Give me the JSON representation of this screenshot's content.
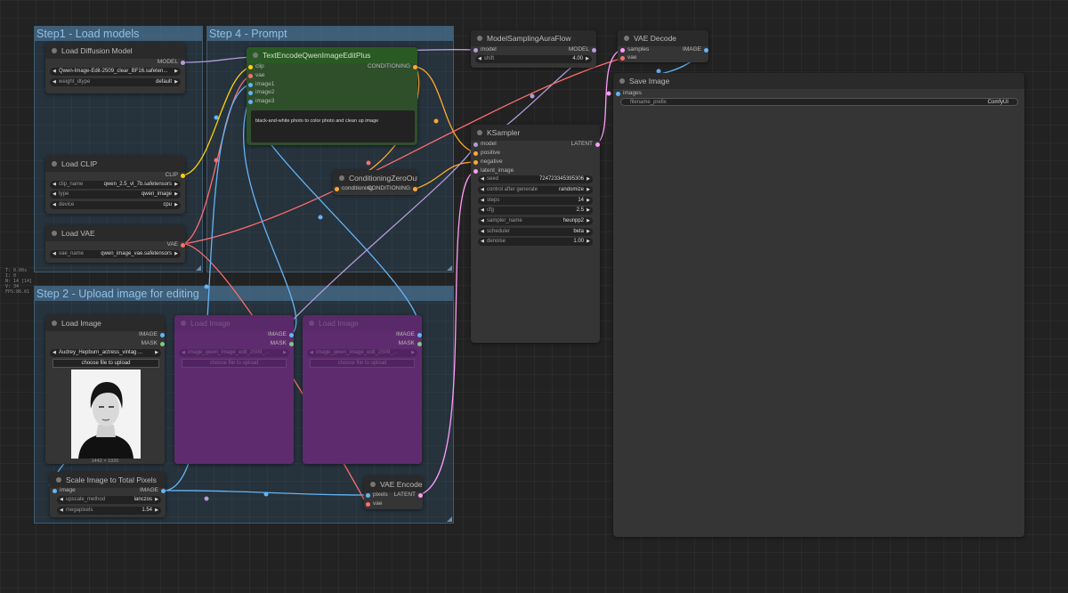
{
  "groups": {
    "step1": "Step1 - Load models",
    "step4": "Step 4 - Prompt",
    "step2": "Step 2 - Upload image for editing"
  },
  "nodes": {
    "load_diffusion": {
      "title": "Load Diffusion Model",
      "out_model": "MODEL",
      "unet_name": "Qwen-Image-Edit-2509_clear_BF16.safeten...",
      "weight_dtype_label": "weight_dtype",
      "weight_dtype_value": "default"
    },
    "load_clip": {
      "title": "Load CLIP",
      "out_clip": "CLIP",
      "clip_name_label": "clip_name",
      "clip_name_value": "qwen_2.5_vl_7b.safetensors",
      "type_label": "type",
      "type_value": "qwen_image",
      "device_label": "device",
      "device_value": "cpu"
    },
    "load_vae": {
      "title": "Load VAE",
      "out_vae": "VAE",
      "vae_name_label": "vae_name",
      "vae_name_value": "qwen_image_vae.safetensors"
    },
    "text_encode": {
      "title": "TextEncodeQwenImageEditPlus",
      "in_clip": "clip",
      "in_vae": "vae",
      "in_image1": "image1",
      "in_image2": "image2",
      "in_image3": "image3",
      "out_conditioning": "CONDITIONING",
      "prompt": "black-and-white photo to color photo and clean up image"
    },
    "cond_zero": {
      "title": "ConditioningZeroOut",
      "in_conditioning": "conditioning",
      "out_conditioning": "CONDITIONING"
    },
    "model_sampling": {
      "title": "ModelSamplingAuraFlow",
      "in_model": "model",
      "out_model": "MODEL",
      "shift_label": "shift",
      "shift_value": "4.00"
    },
    "vae_decode": {
      "title": "VAE Decode",
      "in_samples": "samples",
      "in_vae": "vae",
      "out_image": "IMAGE"
    },
    "save_image": {
      "title": "Save Image",
      "in_images": "images",
      "prefix_label": "filename_prefix",
      "prefix_value": "ComfyUI"
    },
    "ksampler": {
      "title": "KSampler",
      "in_model": "model",
      "in_positive": "positive",
      "in_negative": "negative",
      "in_latent": "latent_image",
      "out_latent": "LATENT",
      "seed_label": "seed",
      "seed_value": "724723345395306",
      "control_label": "control after generate",
      "control_value": "randomize",
      "steps_label": "steps",
      "steps_value": "14",
      "cfg_label": "cfg",
      "cfg_value": "2.5",
      "sampler_label": "sampler_name",
      "sampler_value": "heunpp2",
      "scheduler_label": "scheduler",
      "scheduler_value": "beta",
      "denoise_label": "denoise",
      "denoise_value": "1.00"
    },
    "load_image": {
      "title": "Load Image",
      "out_image": "IMAGE",
      "out_mask": "MASK",
      "image_value": "Audrey_Hepburn_actress_vintag ...",
      "upload_button": "choose file to upload",
      "dimensions": "1442 × 1920"
    },
    "load_image_2": {
      "title": "Load Image",
      "out_image": "IMAGE",
      "out_mask": "MASK",
      "image_value": "image_qwen_image_edit_2509_...",
      "upload_button": "choose file to upload"
    },
    "load_image_3": {
      "title": "Load Image",
      "out_image": "IMAGE",
      "out_mask": "MASK",
      "image_value": "image_qwen_image_edit_2509_...",
      "upload_button": "choose file to upload"
    },
    "scale_image": {
      "title": "Scale Image to Total Pixels",
      "in_image": "image",
      "out_image": "IMAGE",
      "method_label": "upscale_method",
      "method_value": "lanczos",
      "megapixels_label": "megapixels",
      "megapixels_value": "1.54"
    },
    "vae_encode": {
      "title": "VAE Encode",
      "in_pixels": "pixels",
      "in_vae": "vae",
      "out_latent": "LATENT"
    }
  },
  "stats": [
    "T: 0.00s",
    "I: 0",
    "N: 14 [14]",
    "V: 34",
    "FPS:86.61"
  ],
  "colors": {
    "model": "#b39ddb",
    "clip": "#ffd500",
    "vae": "#ff6e6e",
    "conditioning": "#ffa931",
    "image": "#64b5f6",
    "latent": "#ff9cf9",
    "mask": "#81c784"
  }
}
